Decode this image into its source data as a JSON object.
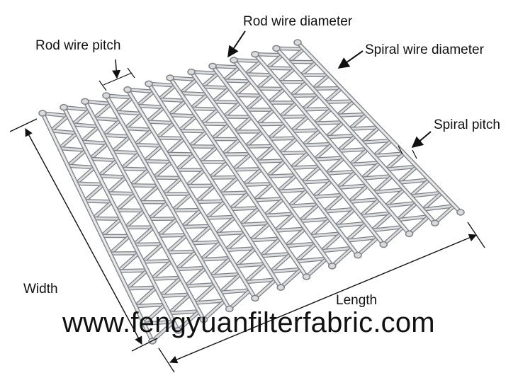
{
  "labels": {
    "rod_wire_diameter": "Rod wire diameter",
    "rod_wire_pitch": "Rod wire pitch",
    "spiral_wire_diameter": "Spiral wire diameter",
    "spiral_pitch": "Spiral pitch",
    "width": "Width",
    "length": "Length"
  },
  "watermark": "www.fengyuanfilterfabric.com",
  "colors": {
    "wire_stroke": "#7d8084",
    "wire_fill": "#d9dbde",
    "wire_highlight": "#f4f5f6",
    "annotation": "#111111",
    "background": "#ffffff"
  },
  "mesh": {
    "rods": 13,
    "spiral_links_per_rod": 13
  }
}
